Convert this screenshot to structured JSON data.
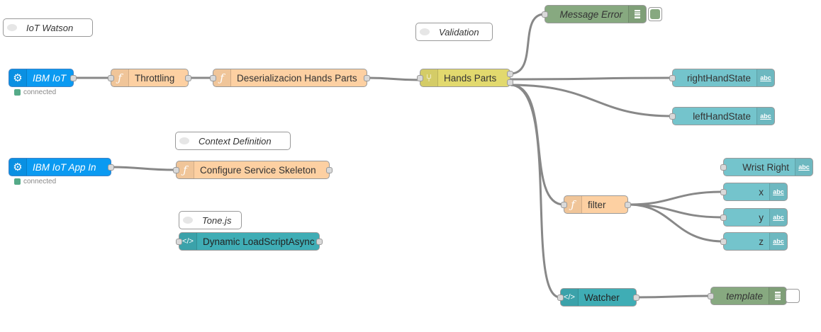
{
  "comments": {
    "iot_watson": "IoT Watson",
    "validation": "Validation",
    "context_definition": "Context Definition",
    "tone_js": "Tone.js"
  },
  "nodes": {
    "ibm_iot": {
      "label": "IBM IoT",
      "status": "connected"
    },
    "ibm_iot_app_in": {
      "label": "IBM IoT App In",
      "status": "connected"
    },
    "throttling": "Throttling",
    "deserializacion": "Deserializacion Hands Parts",
    "hands_parts": "Hands Parts",
    "message_error": "Message Error",
    "right_hand_state": "rightHandState",
    "left_hand_state": "leftHandState",
    "configure_service_skeleton": "Configure Service Skeleton",
    "dynamic_load_script": "Dynamic LoadScriptAsync",
    "wrist_right": "Wrist Right",
    "filter": "filter",
    "x": "x",
    "y": "y",
    "z": "z",
    "watcher": "Watcher",
    "template": "template"
  },
  "icons": {
    "abc": "abc",
    "function": "function-icon",
    "switch": "switch-icon",
    "template": "template-icon",
    "debug": "debug-icon",
    "ibm_iot": "chip-icon",
    "comment": "comment-icon"
  },
  "colors": {
    "ibm_iot": "#0b9af1",
    "function": "#fdd0a2",
    "switch": "#e2d96e",
    "template": "#3fadb5",
    "debug": "#87a980",
    "change": "#74c4cc",
    "wire": "#888888",
    "status_connected": "#55aa88"
  }
}
